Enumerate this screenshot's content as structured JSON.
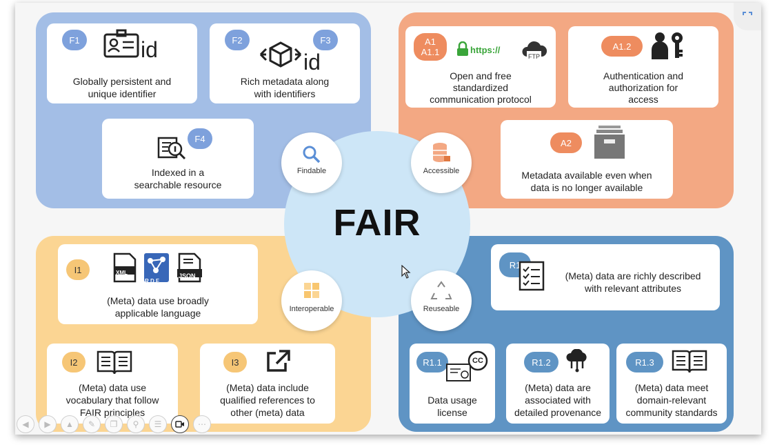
{
  "center": {
    "title": "FAIR"
  },
  "pillars": {
    "findable": "Findable",
    "accessible": "Accessible",
    "interoperable": "Interoperable",
    "reuseable": "Reuseable"
  },
  "findable": {
    "f1": {
      "badge": "F1",
      "icon_text": "id",
      "line1": "Globally persistent and",
      "line2": "unique identifier"
    },
    "f2": {
      "badge": "F2",
      "badge2": "F3",
      "icon_text": "id",
      "line1": "Rich metadata along",
      "line2": "with identifiers"
    },
    "f4": {
      "badge": "F4",
      "line1": "Indexed in a",
      "line2": "searchable resource"
    }
  },
  "accessible": {
    "a1": {
      "badge_line1": "A1",
      "badge_line2": "A1.1",
      "https": "https://",
      "ftp": "FTP",
      "line1": "Open and free",
      "line2": "standardized",
      "line3": "communication protocol"
    },
    "a12": {
      "badge": "A1.2",
      "line1": "Authentication and",
      "line2": "authorization for",
      "line3": "access"
    },
    "a2": {
      "badge": "A2",
      "line1": "Metadata available even when",
      "line2": "data is no longer available"
    }
  },
  "interoperable": {
    "i1": {
      "badge": "I1",
      "xml": "XML",
      "rdf": "R D F",
      "json": "JSON",
      "line1": "(Meta) data use broadly",
      "line2": "applicable language"
    },
    "i2": {
      "badge": "I2",
      "line1": "(Meta) data use",
      "line2": "vocabulary that follow",
      "line3": "FAIR principles"
    },
    "i3": {
      "badge": "I3",
      "line1": "(Meta) data include",
      "line2": "qualified references to",
      "line3": "other (meta) data"
    }
  },
  "reusable": {
    "r1": {
      "badge": "R1",
      "line1": "(Meta) data are richly described",
      "line2": "with relevant attributes"
    },
    "r11": {
      "badge": "R1.1",
      "cc": "CC",
      "line1": "Data usage",
      "line2": "license"
    },
    "r12": {
      "badge": "R1.2",
      "line1": "(Meta) data are",
      "line2": "associated with",
      "line3": "detailed provenance"
    },
    "r13": {
      "badge": "R1.3",
      "line1": "(Meta) data meet",
      "line2": "domain-relevant",
      "line3": "community standards"
    }
  },
  "colors": {
    "findable": "#a3bee6",
    "accessible": "#f3a883",
    "interoperable": "#fbd593",
    "reusable": "#5f94c4",
    "center": "#cde6f7"
  },
  "toolbar": {
    "icons": [
      "prev-icon",
      "next-icon",
      "up-icon",
      "pen-icon",
      "copy-icon",
      "zoom-icon",
      "list-icon",
      "camera-icon",
      "more-icon"
    ]
  }
}
